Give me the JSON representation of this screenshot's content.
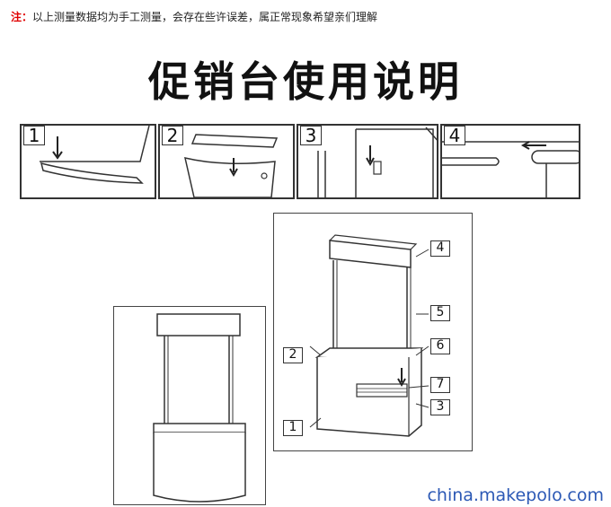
{
  "note": {
    "mark": "注：",
    "text": "以上测量数据均为手工测量，会存在些许误差，属正常现象希望亲们理解"
  },
  "title": "促销台使用说明",
  "steps": [
    {
      "number": "1"
    },
    {
      "number": "2"
    },
    {
      "number": "3"
    },
    {
      "number": "4"
    }
  ],
  "callouts": [
    "4",
    "5",
    "2",
    "6",
    "7",
    "3",
    "1"
  ],
  "watermark": "china.makepolo.com",
  "colors": {
    "note_mark": "#e00000",
    "watermark": "#2c59b5"
  }
}
